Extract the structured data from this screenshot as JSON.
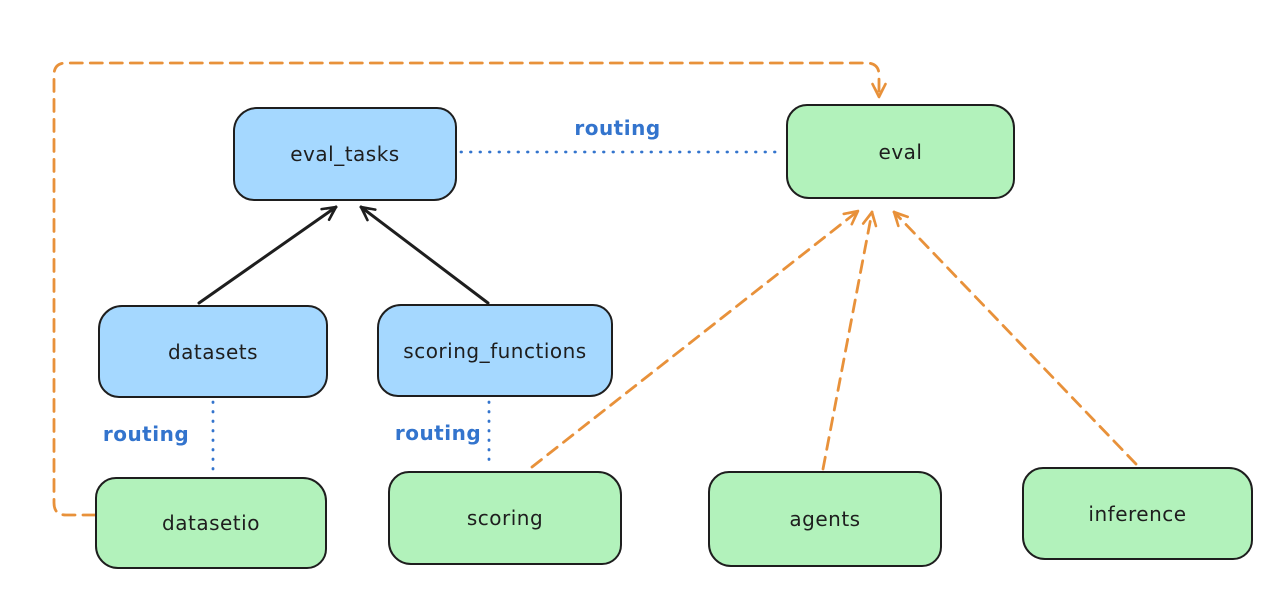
{
  "diagram": {
    "nodes": {
      "eval_tasks": {
        "label": "eval_tasks",
        "fill": "#a5d8ff"
      },
      "eval": {
        "label": "eval",
        "fill": "#b2f2bb"
      },
      "datasets": {
        "label": "datasets",
        "fill": "#a5d8ff"
      },
      "scoring_functions": {
        "label": "scoring_functions",
        "fill": "#a5d8ff"
      },
      "datasetio": {
        "label": "datasetio",
        "fill": "#b2f2bb"
      },
      "scoring": {
        "label": "scoring",
        "fill": "#b2f2bb"
      },
      "agents": {
        "label": "agents",
        "fill": "#b2f2bb"
      },
      "inference": {
        "label": "inference",
        "fill": "#b2f2bb"
      }
    },
    "edge_labels": {
      "routing_eval_tasks_to_eval": "routing",
      "routing_datasets_to_datasetio": "routing",
      "routing_scoring_functions_to_scoring": "routing"
    },
    "colors": {
      "background": "#ffffff",
      "node_border": "#1e1e1e",
      "blue_node_fill": "#a5d8ff",
      "green_node_fill": "#b2f2bb",
      "solid_arrow_black": "#1e1e1e",
      "dashed_arrow_orange": "#e8913a",
      "dotted_line_blue": "#3374cd",
      "routing_label_blue": "#3374cd"
    }
  }
}
